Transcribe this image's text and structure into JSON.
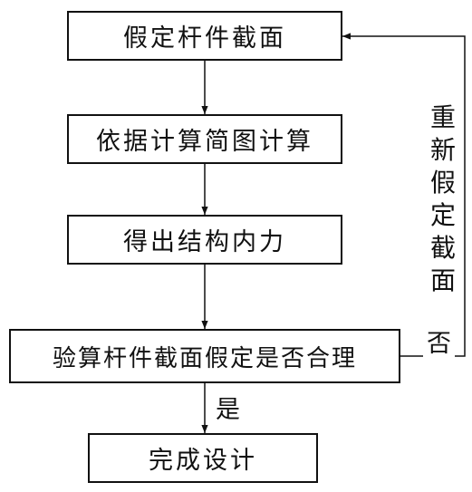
{
  "steps": {
    "assume": "假定杆件截面",
    "compute": "依据计算简图计算",
    "forces": "得出结构内力",
    "check": "验算杆件截面假定是否合理",
    "finish": "完成设计"
  },
  "loop_label": [
    "重",
    "新",
    "假",
    "定",
    "截",
    "面"
  ],
  "branch": {
    "no": "否",
    "yes": "是"
  }
}
